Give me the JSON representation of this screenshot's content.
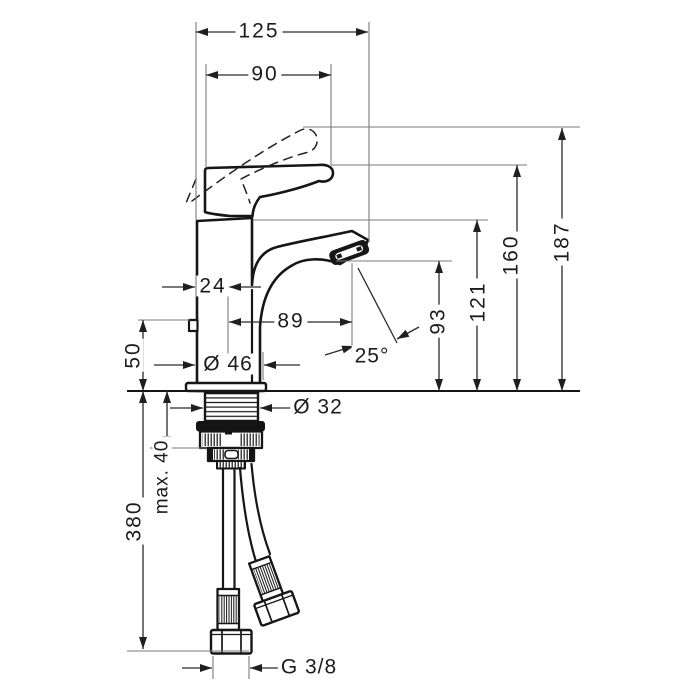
{
  "drawing": {
    "colors": {
      "line": "#161616",
      "dim_line": "#2b2b2b",
      "ext_line": "#7a7a7a",
      "background": "#ffffff"
    },
    "dimensions": {
      "overall_depth": "125",
      "handle_to_spout_front": "90",
      "handle_overhang": "24",
      "spout_reach": "89",
      "base_diameter": "Ø 46",
      "spray_angle": "25°",
      "shank_diameter": "Ø 32",
      "overall_height": "187",
      "handle_top_height": "160",
      "body_top_height": "121",
      "outlet_height": "93",
      "side_port_height": "50",
      "hose_length": "380",
      "max_mounting_thickness": "max. 40",
      "connection_thread": "G 3/8"
    }
  }
}
